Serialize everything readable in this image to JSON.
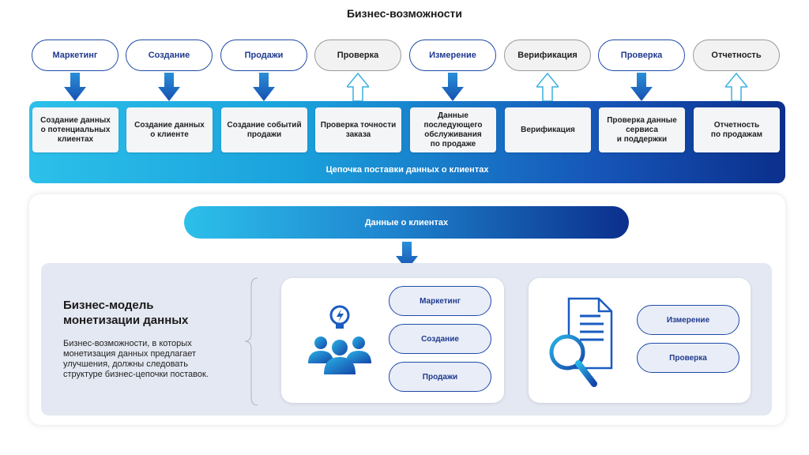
{
  "title": "Бизнес-возможности",
  "top_row": [
    {
      "label": "Маркетинг",
      "style": "blue",
      "arrow": "filled"
    },
    {
      "label": "Создание",
      "style": "blue",
      "arrow": "filled"
    },
    {
      "label": "Продажи",
      "style": "blue",
      "arrow": "filled"
    },
    {
      "label": "Проверка",
      "style": "grey",
      "arrow": "outline-up"
    },
    {
      "label": "Измерение",
      "style": "blue",
      "arrow": "filled"
    },
    {
      "label": "Верификация",
      "style": "grey",
      "arrow": "outline-up"
    },
    {
      "label": "Проверка",
      "style": "blue",
      "arrow": "filled"
    },
    {
      "label": "Отчетность",
      "style": "grey",
      "arrow": "outline-up"
    }
  ],
  "chain_cards": [
    "Создание данных\nо потенциальных\nклиентах",
    "Создание данных\nо клиенте",
    "Создание событий\nпродажи",
    "Проверка точности\nзаказа",
    "Данные\nпоследующего\nобслуживания\nпо продаже",
    "Верификация",
    "Проверка данные\nсервиса\nи поддержки",
    "Отчетность\nпо продажам"
  ],
  "chain_label": "Цепочка поставки данных о клиентах",
  "data_bar": "Данные о клиентах",
  "model": {
    "title": "Бизнес-модель монетизации данных",
    "text": "Бизнес-возможности, в которых монетизация данных предлагает улучшения, должны следовать структуре бизнес-цепочки поставок."
  },
  "panel_left": [
    "Маркетинг",
    "Создание",
    "Продажи"
  ],
  "panel_right": [
    "Измерение",
    "Проверка"
  ],
  "colors": {
    "accent_dark": "#0b2f8c",
    "accent_light": "#2cc0ea",
    "pill_border": "#1f4aa8"
  }
}
